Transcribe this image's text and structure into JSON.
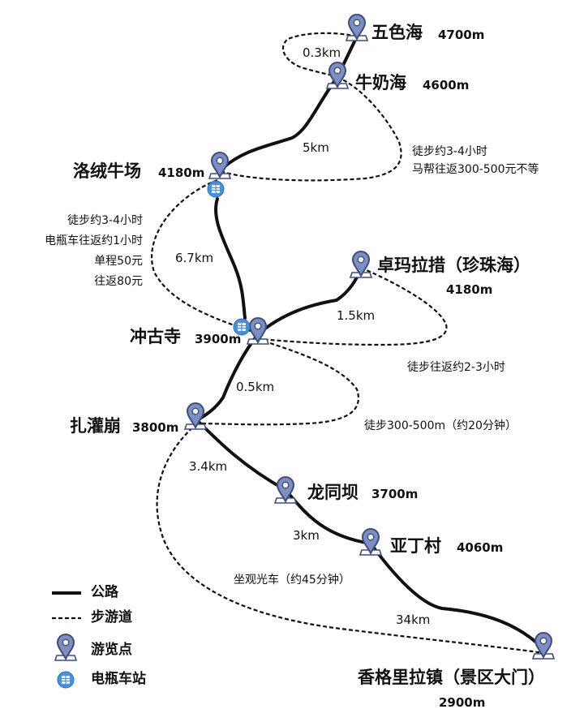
{
  "locations": {
    "wuse": {
      "name": "五色海",
      "altitude": "4700m"
    },
    "niunai": {
      "name": "牛奶海",
      "altitude": "4600m"
    },
    "luorong": {
      "name": "洛绒牛场",
      "altitude": "4180m"
    },
    "zhuoma": {
      "name": "卓玛拉措（珍珠海）",
      "altitude": "4180m"
    },
    "chonggu": {
      "name": "冲古寺",
      "altitude": "3900m"
    },
    "zhaguan": {
      "name": "扎灌崩",
      "altitude": "3800m"
    },
    "longtong": {
      "name": "龙同坝",
      "altitude": "3700m"
    },
    "yading": {
      "name": "亚丁村",
      "altitude": "4060m"
    },
    "xianggelila": {
      "name": "香格里拉镇（景区大门）",
      "altitude": "2900m"
    }
  },
  "distances": {
    "wuse_niunai": "0.3km",
    "niunai_luorong": "5km",
    "luorong_chonggu": "6.7km",
    "chonggu_zhuoma": "1.5km",
    "chonggu_zhaguan": "0.5km",
    "zhaguan_longtong": "3.4km",
    "longtong_yading": "3km",
    "yading_xianggelila": "34km"
  },
  "notes": {
    "niunai_trail": [
      "徒步约3-4小时",
      "马帮往返300-500元不等"
    ],
    "luorong_trail": [
      "徒步约3-4小时",
      "电瓶车往返约1小时",
      "单程50元",
      "往返80元"
    ],
    "zhuoma_trail": "徒步往返约2-3小时",
    "zhaguan_trail": "徒步300-500m（约20分钟）",
    "bus_trail": "坐观光车（约45分钟）"
  },
  "legend": {
    "road": "公路",
    "trail": "步游道",
    "scenic": "游览点",
    "station": "电瓶车站"
  },
  "colors": {
    "pin": "#7d8fc2",
    "pin_dark": "#3e4d7a",
    "station": "#4a90d9"
  }
}
